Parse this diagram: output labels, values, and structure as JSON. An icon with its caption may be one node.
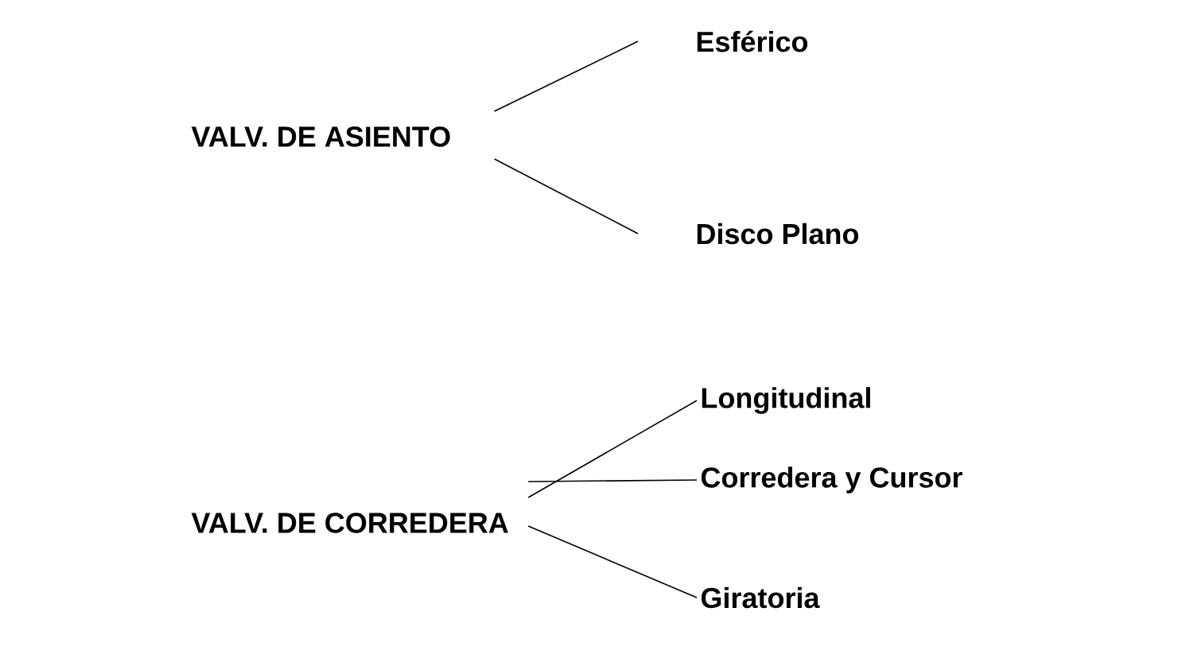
{
  "diagram": {
    "nodes": [
      {
        "text": [
          "VALV. DE ASIENTO"
        ]
      },
      {
        "text": [
          "Esférico"
        ]
      },
      {
        "text": [
          "Disco Plano"
        ]
      },
      {
        "text": [
          "VALV. DE CORREDERA"
        ]
      },
      {
        "text": [
          "Longitudinal"
        ]
      },
      {
        "text": [
          "Corredera y Cursor"
        ]
      },
      {
        "text": [
          "Giratoria"
        ]
      }
    ],
    "edges": [
      {
        "from": 0,
        "to": 1,
        "arrow": "none"
      },
      {
        "from": 0,
        "to": 2,
        "arrow": "none"
      },
      {
        "from": 3,
        "to": 4,
        "arrow": "none"
      },
      {
        "from": 3,
        "to": 5,
        "arrow": "none"
      },
      {
        "from": 3,
        "to": 6,
        "arrow": "none"
      }
    ]
  }
}
